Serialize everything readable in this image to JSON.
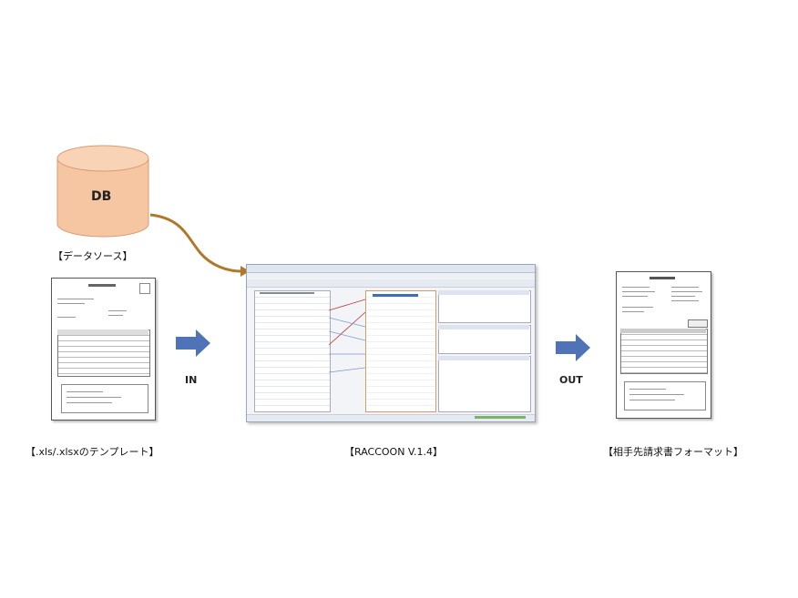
{
  "db": {
    "text": "DB",
    "label": "【データソース】",
    "color": "#f6c6a3",
    "stroke": "#d89c74"
  },
  "template": {
    "label": "【.xls/.xlsxのテンプレート】",
    "underlined_ext": ".xls/.xlsx"
  },
  "arrows": {
    "in_label": "IN",
    "out_label": "OUT",
    "color": "#4f73b6",
    "curve_color": "#b0782a"
  },
  "app": {
    "label": "【RACCOON V.1.4】"
  },
  "output": {
    "label": "【相手先請求書フォーマット】"
  }
}
